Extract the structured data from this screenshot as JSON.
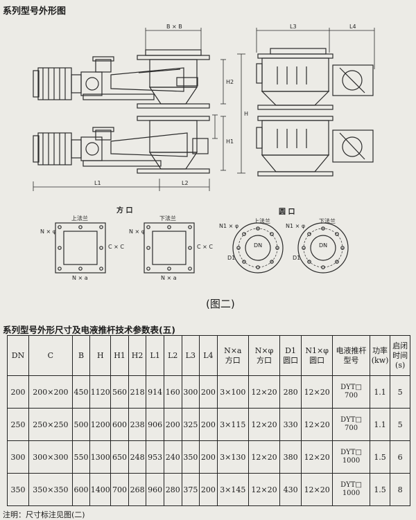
{
  "titles": {
    "section": "系列型号外形图",
    "figure_caption": "(图二)",
    "table_title": "系列型号外形尺寸及电液推杆技术参数表(五)",
    "note": "注明：尺寸标注见图(二)"
  },
  "drawing_labels": {
    "bxb": "B × B",
    "h": "H",
    "h1": "H1",
    "h2": "H2",
    "l1": "L1",
    "l2": "L2",
    "l3": "L3",
    "l4": "L4",
    "square_port": "方 口",
    "round_port": "圆 口",
    "upper_flange_a": "上法兰",
    "lower_flange_a": "下法兰",
    "upper_flange_b": "上法兰",
    "lower_flange_b": "下法兰",
    "nxphi_a": "N × φ",
    "nxphi_b": "N × φ",
    "nxa_a": "N × a",
    "nxa_b": "N × a",
    "cxc_a": "C × C",
    "cxc_b": "C × C",
    "n1xphi_a": "N1 × φ",
    "n1xphi_b": "N1 × φ",
    "d1_a": "D1",
    "d1_b": "D1",
    "dn_a": "DN",
    "dn_b": "DN"
  },
  "table": {
    "headers": [
      "DN",
      "C",
      "B",
      "H",
      "H1",
      "H2",
      "L1",
      "L2",
      "L3",
      "L4",
      "N×a\n方口",
      "N×φ\n方口",
      "D1\n圆口",
      "N1×φ\n圆口",
      "电液推杆\n型号",
      "功率\n(kw)",
      "启闭\n时间\n(s)"
    ],
    "rows": [
      [
        "200",
        "200×200",
        "450",
        "1120",
        "560",
        "218",
        "914",
        "160",
        "300",
        "200",
        "3×100",
        "12×20",
        "280",
        "12×20",
        "DYT□\n700",
        "1.1",
        "5"
      ],
      [
        "250",
        "250×250",
        "500",
        "1200",
        "600",
        "238",
        "906",
        "200",
        "325",
        "200",
        "3×115",
        "12×20",
        "330",
        "12×20",
        "DYT□\n700",
        "1.1",
        "5"
      ],
      [
        "300",
        "300×300",
        "550",
        "1300",
        "650",
        "248",
        "953",
        "240",
        "350",
        "200",
        "3×130",
        "12×20",
        "380",
        "12×20",
        "DYT□\n1000",
        "1.5",
        "6"
      ],
      [
        "350",
        "350×350",
        "600",
        "1400",
        "700",
        "268",
        "960",
        "280",
        "375",
        "200",
        "3×145",
        "12×20",
        "430",
        "12×20",
        "DYT□\n1000",
        "1.5",
        "8"
      ]
    ]
  }
}
